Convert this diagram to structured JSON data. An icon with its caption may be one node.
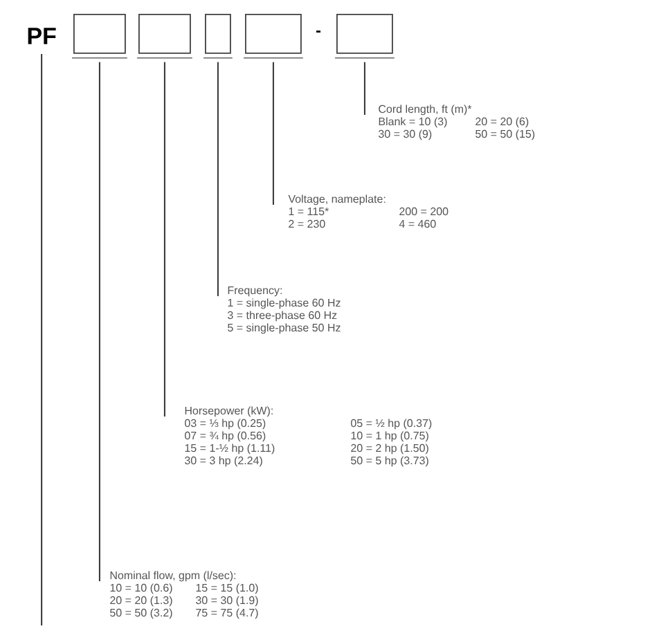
{
  "diagram": {
    "nodes": [
      {
        "text": [
          "PF"
        ]
      },
      {
        "text": [],
        "shape": "box"
      },
      {
        "text": [],
        "shape": "box"
      },
      {
        "text": [],
        "shape": "box"
      },
      {
        "text": [],
        "shape": "box"
      },
      {
        "text": [],
        "shape": "box"
      },
      {
        "text": [
          "Cord length, ft (m)*",
          "Blank = 10 (3)",
          "20 = 20 (6)",
          "30 = 30 (9)",
          "50 = 50 (15)"
        ]
      },
      {
        "text": [
          "Voltage, nameplate:",
          "1 = 115*",
          "200 = 200",
          "2 = 230",
          "4 = 460"
        ]
      },
      {
        "text": [
          "Frequency:",
          "1 = single-phase 60 Hz",
          "3 = three-phase 60 Hz",
          "5 = single-phase 50 Hz"
        ]
      },
      {
        "text": [
          "Horsepower (kW):",
          "03 = ⅓ hp (0.25)",
          "05 = ½ hp (0.37)",
          "07 = ¾ hp (0.56)",
          "10 = 1 hp (0.75)",
          "15 = 1-½ hp (1.11)",
          "20 = 2 hp (1.50)",
          "30 = 3 hp (2.24)",
          "50 = 5 hp (3.73)"
        ]
      },
      {
        "text": [
          "Nominal flow, gpm (l/sec):",
          "10 = 10 (0.6)",
          "15 = 15 (1.0)",
          "20 = 20 (1.3)",
          "30 = 30 (1.9)",
          "50 = 50 (3.2)",
          "75 = 75 (4.7)"
        ]
      }
    ],
    "edges": [
      {
        "from": 0,
        "to": null,
        "arrow": "none"
      },
      {
        "from": 1,
        "to": 10,
        "arrow": "none"
      },
      {
        "from": 2,
        "to": 9,
        "arrow": "none"
      },
      {
        "from": 3,
        "to": 8,
        "arrow": "none"
      },
      {
        "from": 4,
        "to": 7,
        "arrow": "none"
      },
      {
        "from": 5,
        "to": 6,
        "arrow": "none"
      }
    ],
    "labels": [
      "-"
    ]
  }
}
